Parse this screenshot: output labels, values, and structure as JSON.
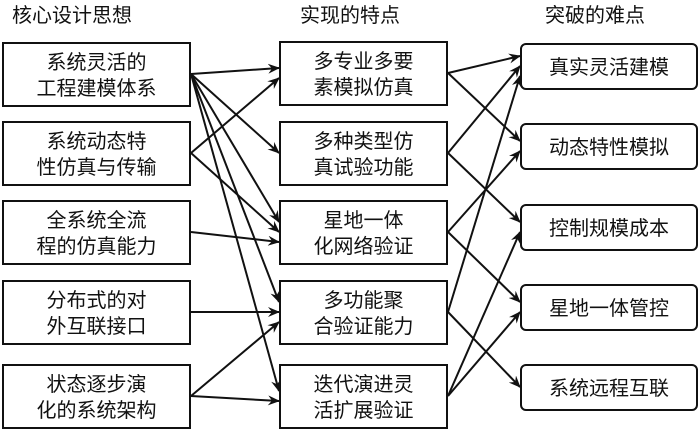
{
  "columns": {
    "left_title": "核心设计思想",
    "middle_title": "实现的特点",
    "right_title": "突破的难点"
  },
  "left": [
    {
      "lines": [
        "系统灵活的",
        "工程建模体系"
      ]
    },
    {
      "lines": [
        "系统动态特",
        "性仿真与传输"
      ]
    },
    {
      "lines": [
        "全系统全流",
        "程的仿真能力"
      ]
    },
    {
      "lines": [
        "分布式的对",
        "外互联接口"
      ]
    },
    {
      "lines": [
        "状态逐步演",
        "化的系统架构"
      ]
    }
  ],
  "middle": [
    {
      "lines": [
        "多专业多要",
        "素模拟仿真"
      ]
    },
    {
      "lines": [
        "多种类型仿",
        "真试验功能"
      ]
    },
    {
      "lines": [
        "星地一体",
        "化网络验证"
      ]
    },
    {
      "lines": [
        "多功能聚",
        "合验证能力"
      ]
    },
    {
      "lines": [
        "迭代演进灵",
        "活扩展验证"
      ]
    }
  ],
  "right": [
    {
      "label": "真实灵活建模"
    },
    {
      "label": "动态特性模拟"
    },
    {
      "label": "控制规模成本"
    },
    {
      "label": "星地一体管控"
    },
    {
      "label": "系统远程互联"
    }
  ],
  "links_left_to_middle": [
    [
      0,
      0
    ],
    [
      0,
      1
    ],
    [
      0,
      2
    ],
    [
      0,
      3
    ],
    [
      0,
      4
    ],
    [
      1,
      0
    ],
    [
      1,
      2
    ],
    [
      2,
      2
    ],
    [
      3,
      3
    ],
    [
      4,
      3
    ],
    [
      4,
      4
    ]
  ],
  "links_middle_to_right": [
    [
      0,
      0
    ],
    [
      0,
      1
    ],
    [
      1,
      0
    ],
    [
      1,
      2
    ],
    [
      2,
      1
    ],
    [
      2,
      3
    ],
    [
      3,
      0
    ],
    [
      3,
      4
    ],
    [
      4,
      2
    ],
    [
      4,
      3
    ]
  ]
}
